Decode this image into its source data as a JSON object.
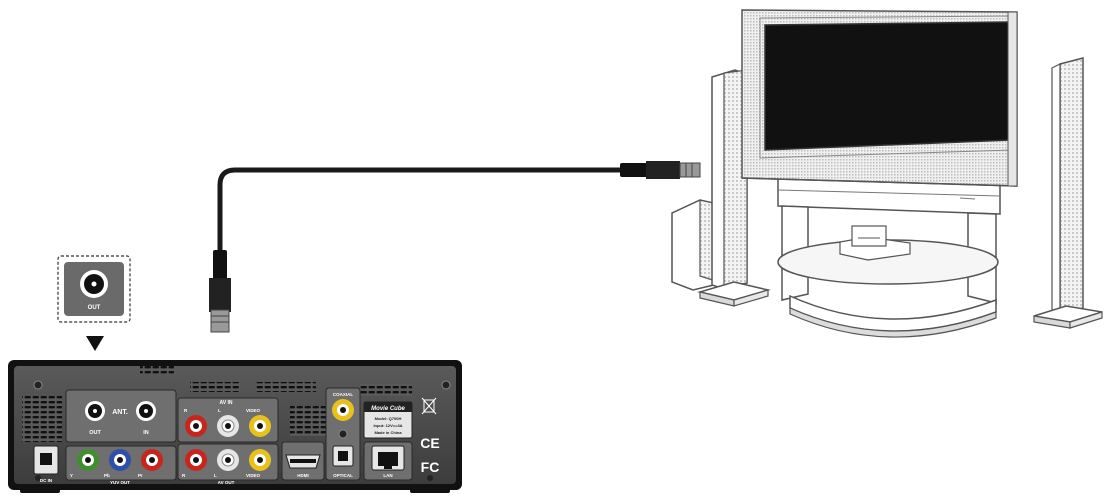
{
  "zoom_port": {
    "label": "OUT"
  },
  "device": {
    "ant": {
      "title": "ANT.",
      "out": "OUT",
      "in": "IN"
    },
    "av_in": {
      "title": "AV IN",
      "r": "R",
      "l": "L",
      "video": "VIDEO"
    },
    "av_out": {
      "title": "AV OUT",
      "r": "R",
      "l": "L",
      "video": "VIDEO"
    },
    "yuv_out": {
      "title": "YUV OUT",
      "y": "Y",
      "pb": "Pb",
      "pr": "Pr"
    },
    "dc_in": "DC IN",
    "hdmi": "HDMI",
    "coaxial": "COAXIAL",
    "optical": "OPTICAL",
    "lan": "LAN",
    "brand": "Movie Cube",
    "model_lines": [
      "Model: Q700H",
      "Input: 12V==3A",
      "Made in China"
    ],
    "ce_mark": "CE",
    "fc_mark": "FC"
  },
  "colors": {
    "panel": "#4a4a4a",
    "panel_light": "#8a8a8a",
    "rca_red": "#c8261c",
    "rca_white": "#e6e6e6",
    "rca_yellow": "#e8c21a",
    "rca_green": "#3f8f2f",
    "rca_blue": "#2f4fa8",
    "cable": "#1a1a1a"
  }
}
